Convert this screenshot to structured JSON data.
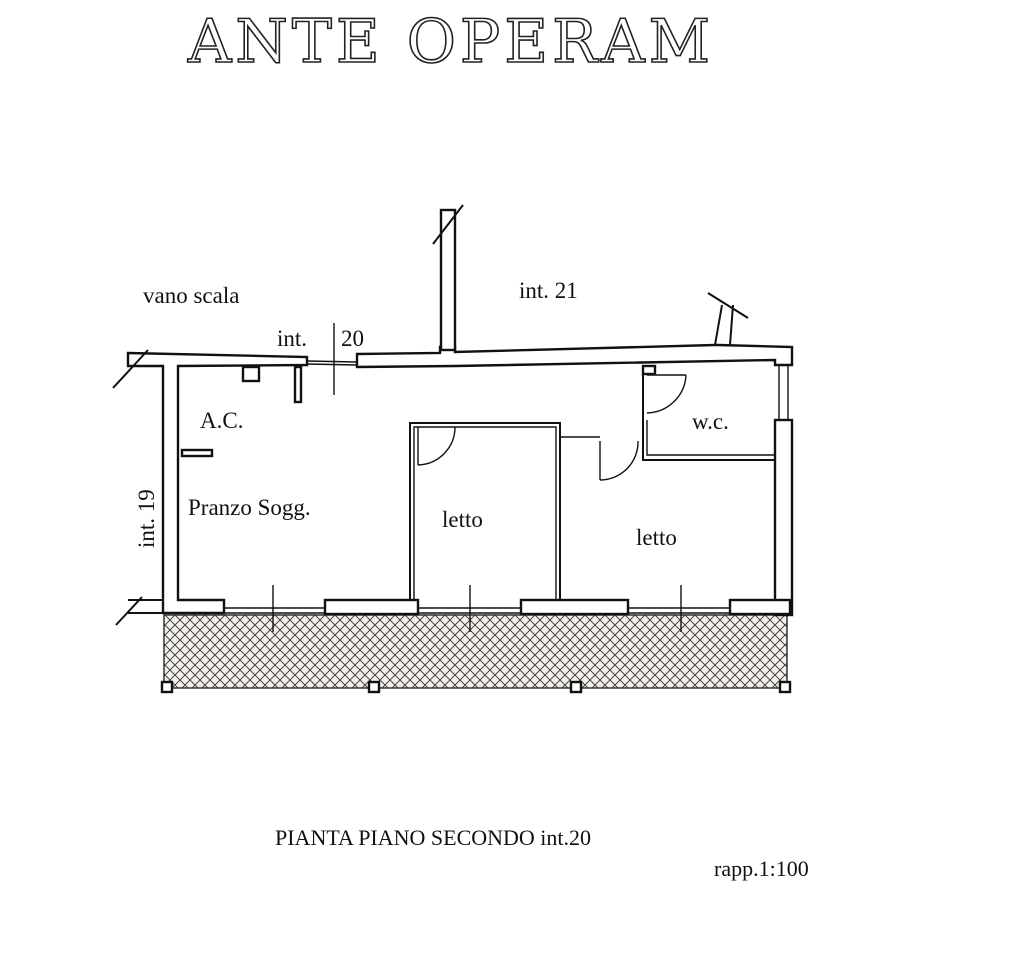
{
  "title": "ANTE OPERAM",
  "labels": {
    "vano_scala": "vano scala",
    "int21": "int. 21",
    "int20_a": "int.",
    "int20_b": "20",
    "int19": "int. 19",
    "ac": "A.C.",
    "pranzo": "Pranzo Sogg.",
    "letto1": "letto",
    "letto2": "letto",
    "wc": "w.c."
  },
  "footer": {
    "plan_title": "PIANTA PIANO SECONDO int.20",
    "scale": "rapp.1:100"
  }
}
